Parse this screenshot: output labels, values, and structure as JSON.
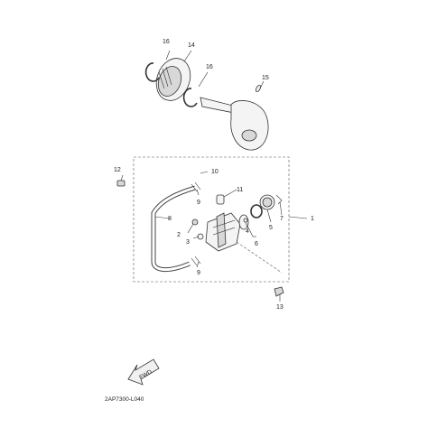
{
  "diagram": {
    "code": "2AP7300-L040",
    "fwd_label": "FWD",
    "callouts": {
      "c1": "1",
      "c2": "2",
      "c3": "3",
      "c4": "4",
      "c5": "5",
      "c6": "6",
      "c7": "7",
      "c8": "8",
      "c9a": "9",
      "c9b": "9",
      "c10": "10",
      "c11": "11",
      "c12": "12",
      "c13": "13",
      "c14": "14",
      "c15": "15",
      "c16a": "16",
      "c16b": "16"
    }
  }
}
